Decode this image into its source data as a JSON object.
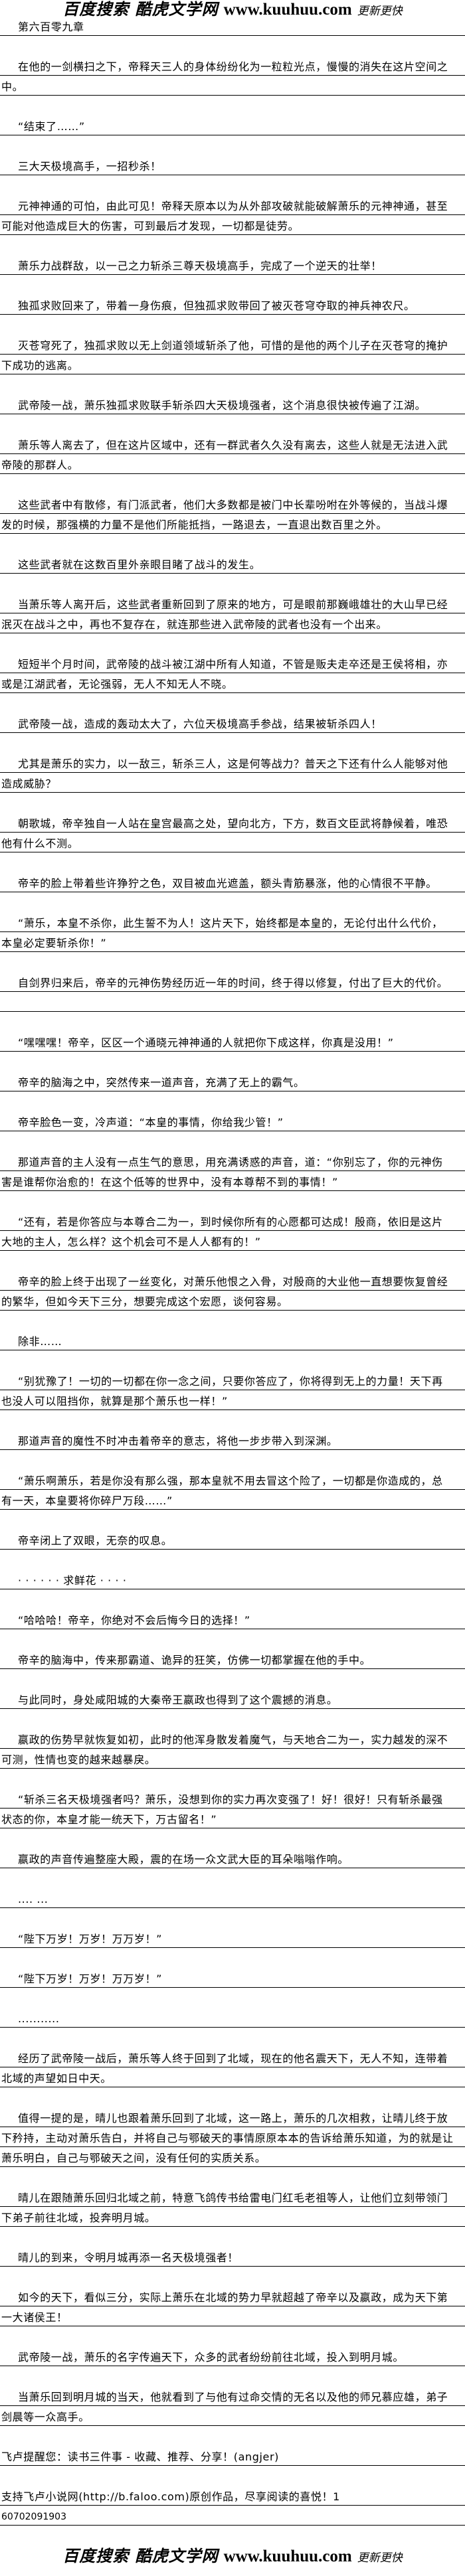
{
  "logo": {
    "search": "百度搜索 酷虎文学网",
    "url": "www.kuuhuu.com",
    "slogan": "更新更快"
  },
  "chapter_title": "第六百零九章",
  "paragraphs": [
    [
      "在他的一剑横扫之下，帝释天三人的身体纷纷化为一粒粒光点，慢慢的消失在这片空间之",
      "中。"
    ],
    [
      "“结束了……”"
    ],
    [
      "三大天极境高手，一招秒杀！"
    ],
    [
      "元神神通的可怕，由此可见！帝释天原本以为从外部攻破就能破解萧乐的元神神通，甚至",
      "可能对他造成巨大的伤害，可到最后才发现，一切都是徒劳。"
    ],
    [
      "萧乐力战群敌，以一己之力斩杀三尊天极境高手，完成了一个逆天的壮举！"
    ],
    [
      "独孤求败回来了，带着一身伤痕，但独孤求败带回了被灭苍穹夺取的神兵神农尺。"
    ],
    [
      "灭苍穹死了，独孤求败以无上剑道领域斩杀了他，可惜的是他的两个儿子在灭苍穹的掩护",
      "下成功的逃离。"
    ],
    [
      "武帝陵一战，萧乐独孤求败联手斩杀四大天极境强者，这个消息很快被传遍了江湖。"
    ],
    [
      "萧乐等人离去了，但在这片区域中，还有一群武者久久没有离去，这些人就是无法进入武",
      "帝陵的那群人。"
    ],
    [
      "这些武者中有散修，有门派武者，他们大多数都是被门中长辈吩咐在外等候的，当战斗爆",
      "发的时候，那强横的力量不是他们所能抵挡，一路退去，一直退出数百里之外。"
    ],
    [
      "这些武者就在这数百里外亲眼目睹了战斗的发生。"
    ],
    [
      "当萧乐等人离开后，这些武者重新回到了原来的地方，可是眼前那巍峨雄壮的大山早已经",
      "泯灭在战斗之中，再也不复存在，就连那些进入武帝陵的武者也没有一个出来。"
    ],
    [
      "短短半个月时间，武帝陵的战斗被江湖中所有人知道，不管是贩夫走卒还是王侯将相，亦",
      "或是江湖武者，无论强弱，无人不知无人不晓。"
    ],
    [
      "武帝陵一战，造成的轰动太大了，六位天极境高手参战，结果被斩杀四人！"
    ],
    [
      "尤其是萧乐的实力，以一敌三，斩杀三人，这是何等战力？普天之下还有什么人能够对他",
      "造成威胁？"
    ],
    [
      "朝歌城，帝辛独自一人站在皇宫最高之处，望向北方，下方，数百文臣武将静候着，唯恐",
      "他有什么不测。"
    ],
    [
      "帝辛的脸上带着些许狰狞之色，双目被血光遮盖，额头青筋暴涨，他的心情很不平静。"
    ],
    [
      "“萧乐，本皇不杀你，此生誓不为人！这片天下，始终都是本皇的，无论付出什么代价，",
      "本皇必定要斩杀你！”"
    ],
    [
      "自剑界归来后，帝辛的元神伤势经历近一年的时间，终于得以修复，付出了巨大的代价。",
      ""
    ],
    [
      "“嘿嘿嘿！帝辛，区区一个通晓元神神通的人就把你下成这样，你真是没用！”"
    ],
    [
      "帝辛的脑海之中，突然传来一道声音，充满了无上的霸气。"
    ],
    [
      "帝辛脸色一变，冷声道：“本皇的事情，你给我少管！”"
    ],
    [
      "那道声音的主人没有一点生气的意思，用充满诱惑的声音，道：“你别忘了，你的元神伤",
      "害是谁帮你治愈的！在这个低等的世界中，没有本尊帮不到的事情！”"
    ],
    [
      "“还有，若是你答应与本尊合二为一，到时候你所有的心愿都可达成！殷商，依旧是这片",
      "大地的主人，怎么样？这个机会可不是人人都有的！”"
    ],
    [
      "帝辛的脸上终于出现了一丝变化，对萧乐他恨之入骨，对殷商的大业他一直想要恢复曾经",
      "的繁华，但如今天下三分，想要完成这个宏愿，谈何容易。"
    ],
    [
      "除非……"
    ],
    [
      "“别犹豫了！一切的一切都在你一念之间，只要你答应了，你将得到无上的力量！天下再",
      "也没人可以阻挡你，就算是那个萧乐也一样！”"
    ],
    [
      "那道声音的魔性不时冲击着帝辛的意志，将他一步步带入到深渊。"
    ],
    [
      "“萧乐啊萧乐，若是你没有那么强，那本皇就不用去冒这个险了，一切都是你造成的，总",
      "有一天，本皇要将你碎尸万段……”"
    ],
    [
      "帝辛闭上了双眼，无奈的叹息。"
    ],
    [
      "· ·  · · · · 求鲜花  · · · ·"
    ],
    [
      "“哈哈哈！帝辛，你绝对不会后悔今日的选择！”"
    ],
    [
      "帝辛的脑海中，传来那霸道、诡异的狂笑，仿佛一切都掌握在他的手中。"
    ],
    [
      "与此同时，身处咸阳城的大秦帝王嬴政也得到了这个震撼的消息。"
    ],
    [
      "嬴政的伤势早就恢复如初，此时的他浑身散发着魔气，与天地合二为一，实力越发的深不",
      "可测，性情也变的越来越暴戾。"
    ],
    [
      "“斩杀三名天极境强者吗？萧乐，没想到你的实力再次变强了！好！很好！只有斩杀最强",
      "状态的你，本皇才能一统天下，万古留名！”"
    ],
    [
      "嬴政的声音传遍整座大殿，震的在场一众文武大臣的耳朵嗡嗡作响。"
    ],
    [
      "....  ..."
    ],
    [
      "“陛下万岁！万岁！万万岁！”"
    ],
    [
      "“陛下万岁！万岁！万万岁！”"
    ],
    [
      "..........."
    ],
    [
      "经历了武帝陵一战后，萧乐等人终于回到了北域，现在的他名震天下，无人不知，连带着",
      "北域的声望如日中天。"
    ],
    [
      "值得一提的是，晴儿也跟着萧乐回到了北域，这一路上，萧乐的几次相救，让晴儿终于放",
      "下矜持，主动对萧乐告白，并将自己与鄂破天的事情原原本本的告诉给萧乐知道，为的就是让",
      "萧乐明白，自己与鄂破天之间，没有任何的实质关系。"
    ],
    [
      "晴儿在跟随萧乐回归北域之前，特意飞鸽传书给雷电门红毛老祖等人，让他们立刻带领门",
      "下弟子前往北域，投奔明月城。"
    ],
    [
      "晴儿的到来，令明月城再添一名天极境强者！"
    ],
    [
      "如今的天下，看似三分，实际上萧乐在北域的势力早就超越了帝辛以及嬴政，成为天下第",
      "一大诸侯王！"
    ],
    [
      "武帝陵一战，萧乐的名字传遍天下，众多的武者纷纷前往北域，投入到明月城。"
    ],
    [
      "当萧乐回到明月城的当天，他就看到了与他有过命交情的无名以及他的师兄慕应雄，弟子",
      "剑晨等一众高手。"
    ]
  ],
  "footer": {
    "reminder": "飞卢提醒您：读书三件事 - 收藏、推荐、分享！(angjer)",
    "support": "支持飞卢小说网(http://b.faloo.com)原创作品，尽享阅读的喜悦！1",
    "code": "60702091903"
  }
}
